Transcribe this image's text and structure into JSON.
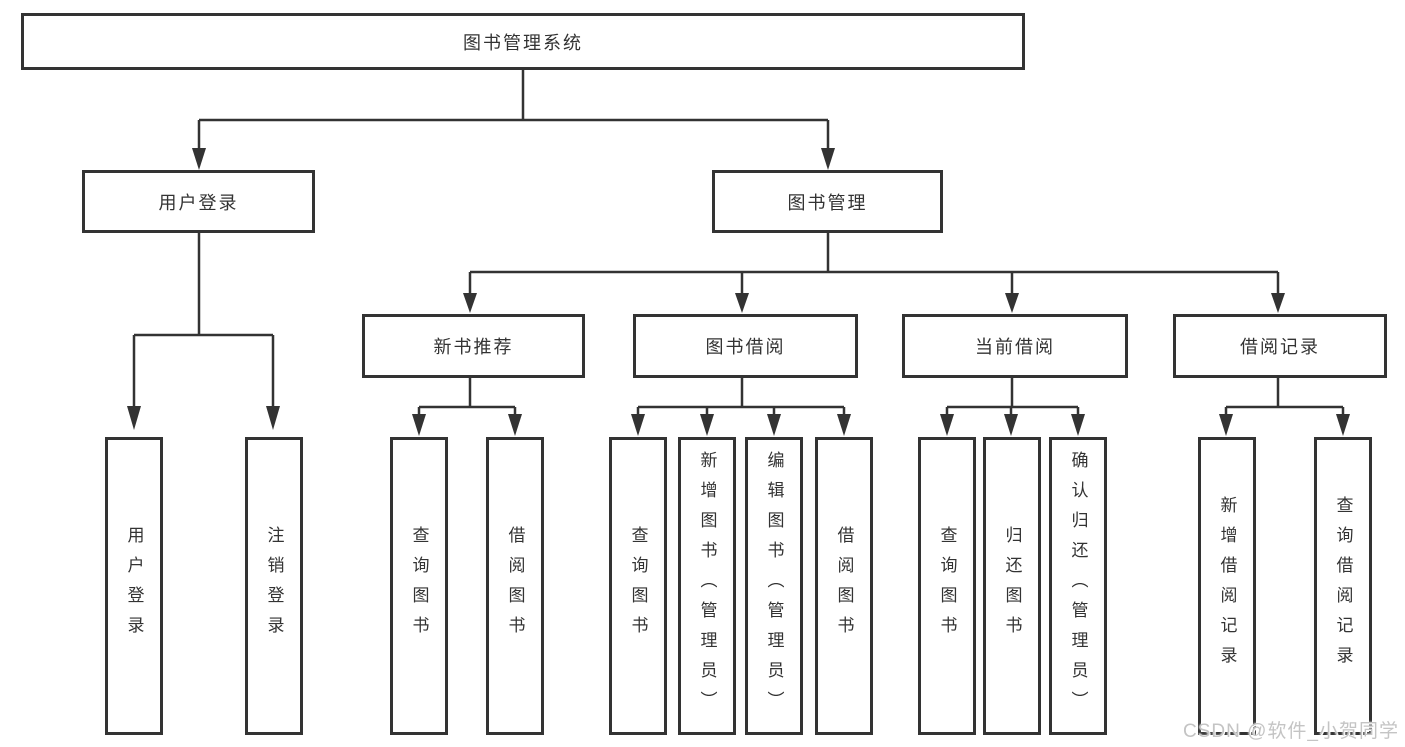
{
  "diagram": {
    "root": "图书管理系统",
    "level1": [
      "用户登录",
      "图书管理"
    ],
    "level2": [
      "新书推荐",
      "图书借阅",
      "当前借阅",
      "借阅记录"
    ],
    "login_children": [
      "用户登录",
      "注销登录"
    ],
    "recommend_children": [
      "查询图书",
      "借阅图书"
    ],
    "borrow_children": [
      "查询图书",
      "新增图书（管理员）",
      "编辑图书（管理员）",
      "借阅图书"
    ],
    "current_children": [
      "查询图书",
      "归还图书",
      "确认归还（管理员）"
    ],
    "records_children": [
      "新增借阅记录",
      "查询借阅记录"
    ]
  },
  "watermark": "CSDN @软件_小贺同学",
  "colors": {
    "line": "#333333",
    "node_border": "#333333",
    "node_fill": "#ffffff",
    "text": "#333333",
    "watermark": "#c4c4c4",
    "background": "#ffffff"
  }
}
